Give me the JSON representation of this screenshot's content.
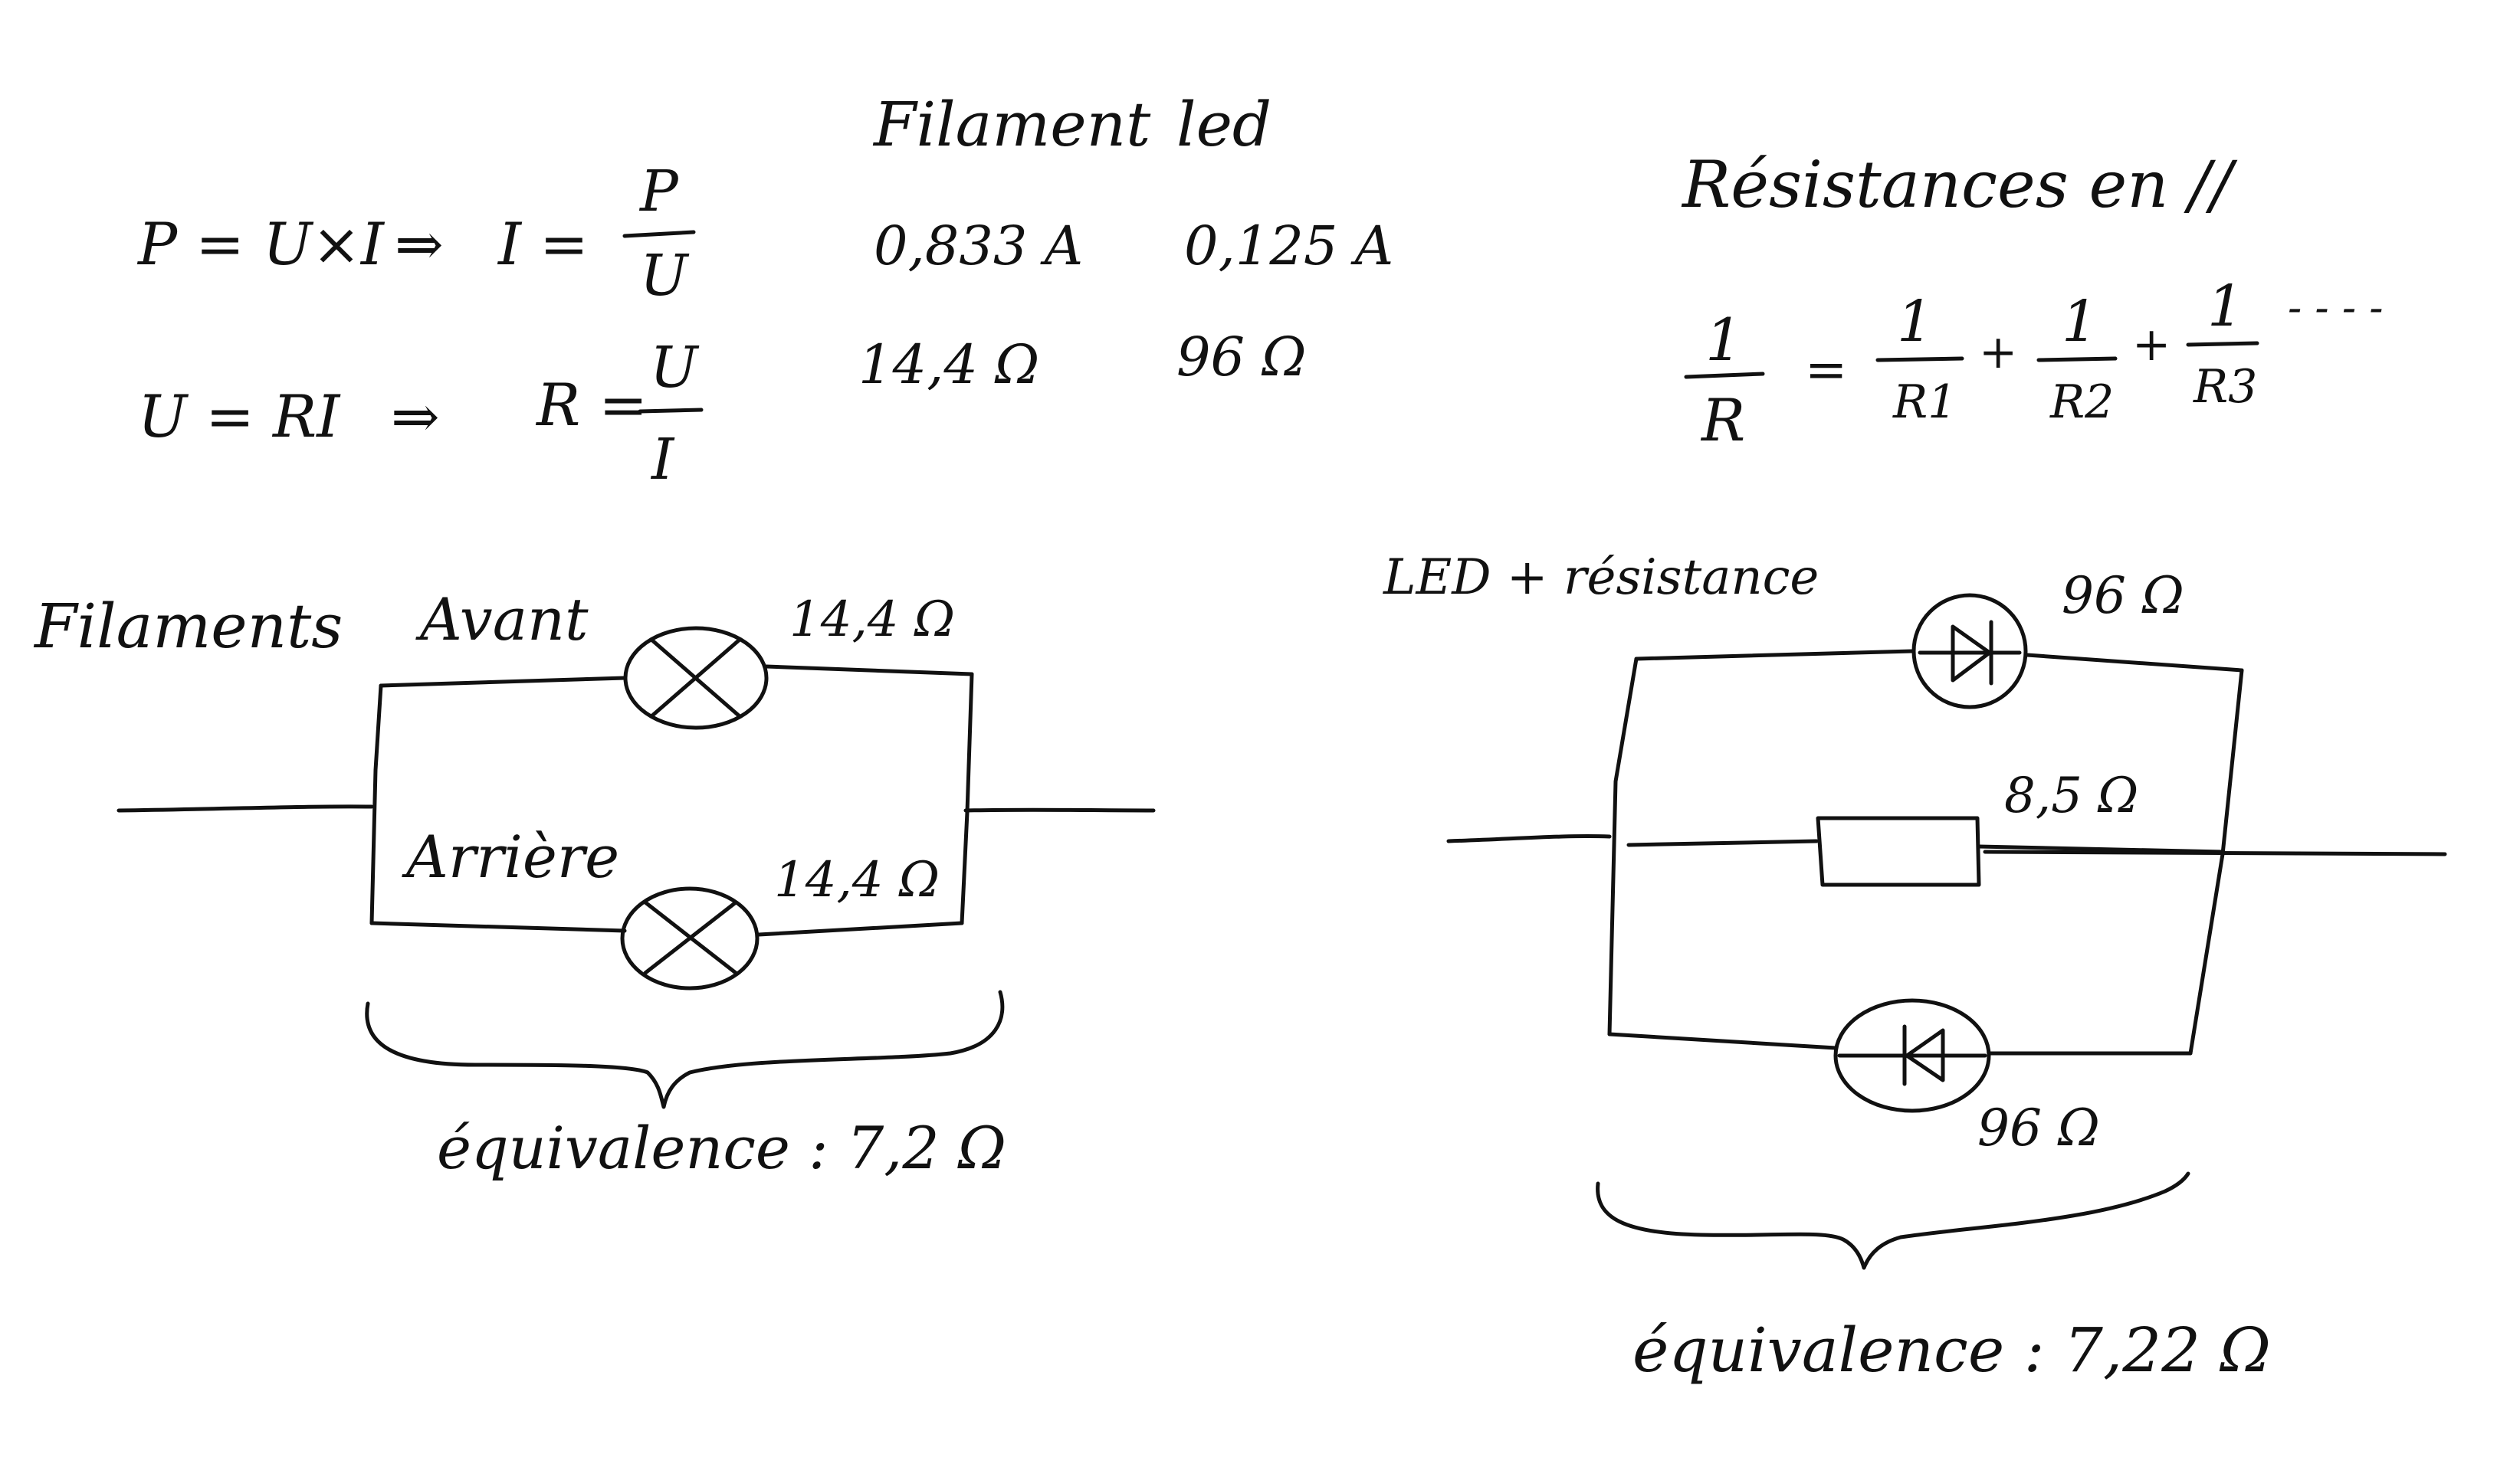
{
  "formulas": {
    "power": {
      "left": "P = U×I",
      "arrow": "⇒",
      "result_var": "I =",
      "numerator": "P",
      "denominator": "U"
    },
    "ohm": {
      "left": "U = RI",
      "arrow": "⇒",
      "result_var": "R =",
      "numerator": "U",
      "denominator": "I"
    }
  },
  "comparison_table": {
    "headers": [
      "Filament",
      "led"
    ],
    "rows": [
      [
        "0,833 A",
        "0,125 A"
      ],
      [
        "14,4 Ω",
        "96 Ω"
      ]
    ]
  },
  "parallel_rule": {
    "title": "Résistances en //",
    "lhs_num": "1",
    "lhs_den": "R",
    "terms": [
      {
        "num": "1",
        "den": "R1"
      },
      {
        "num": "1",
        "den": "R2"
      },
      {
        "num": "1",
        "den": "R3"
      }
    ],
    "equals": "=",
    "plus": "+",
    "ellipsis": "- - - -"
  },
  "filament_circuit": {
    "title": "Filaments",
    "branches": [
      {
        "label": "Avant",
        "value": "14,4 Ω"
      },
      {
        "label": "Arrière",
        "value": "14,4 Ω"
      }
    ],
    "equivalence": "équivalence : 7,2 Ω"
  },
  "led_circuit": {
    "title": "LED + résistance",
    "branches": [
      {
        "component": "led",
        "value": "96 Ω"
      },
      {
        "component": "resistor",
        "value": "8,5 Ω"
      },
      {
        "component": "led",
        "value": "96 Ω"
      }
    ],
    "equivalence": "équivalence : 7,22 Ω"
  },
  "icons": [
    "lamp-icon",
    "led-diode-icon",
    "resistor-icon",
    "curly-brace-icon"
  ]
}
